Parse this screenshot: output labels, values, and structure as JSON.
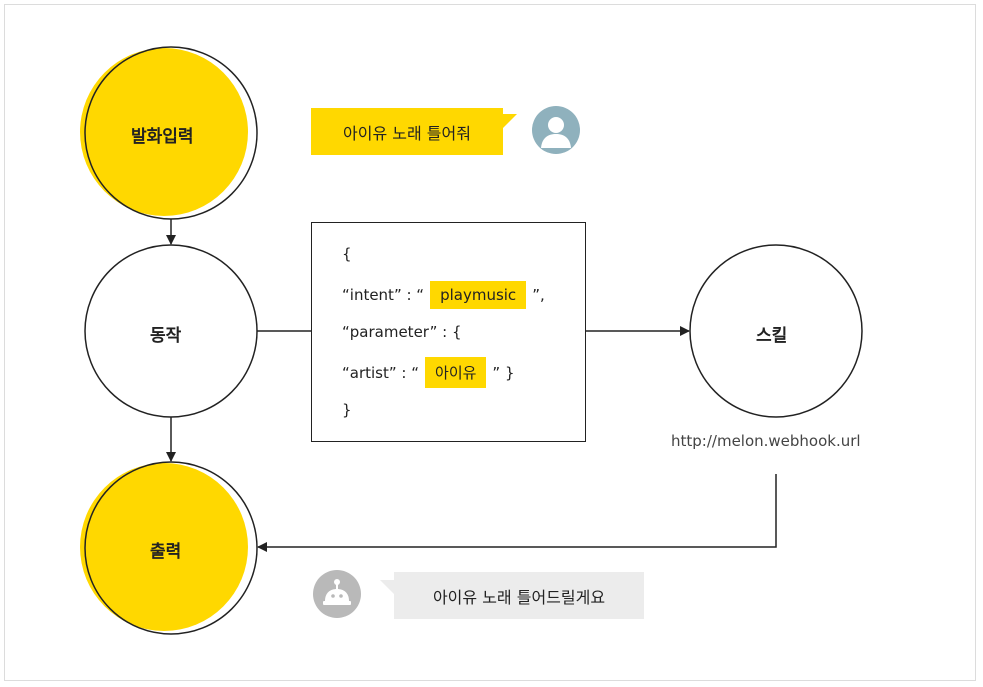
{
  "diagram": {
    "nodes": {
      "input": {
        "label": "발화입력"
      },
      "action": {
        "label": "동작"
      },
      "output": {
        "label": "출력"
      },
      "skill": {
        "label": "스킬"
      }
    },
    "user_message": "아이유 노래 틀어줘",
    "bot_message": "아이유 노래 틀어드릴게요",
    "skill_url": "http://melon.webhook.url",
    "code": {
      "open_brace": "{",
      "intent_key": "“intent” : “",
      "intent_value": "playmusic",
      "intent_close": "”,",
      "parameter_line": "“parameter” : {",
      "artist_key": "“artist” : “",
      "artist_value": "아이유",
      "artist_close": "” }",
      "close_brace": "}"
    }
  },
  "colors": {
    "accent_yellow": "#ffd800",
    "stroke": "#222222",
    "bot_bubble": "#ececec",
    "user_avatar": "#8fb1bd",
    "bot_avatar": "#b9b9b9"
  },
  "icons": {
    "user_avatar": "user-avatar-icon",
    "bot_avatar": "robot-avatar-icon"
  }
}
